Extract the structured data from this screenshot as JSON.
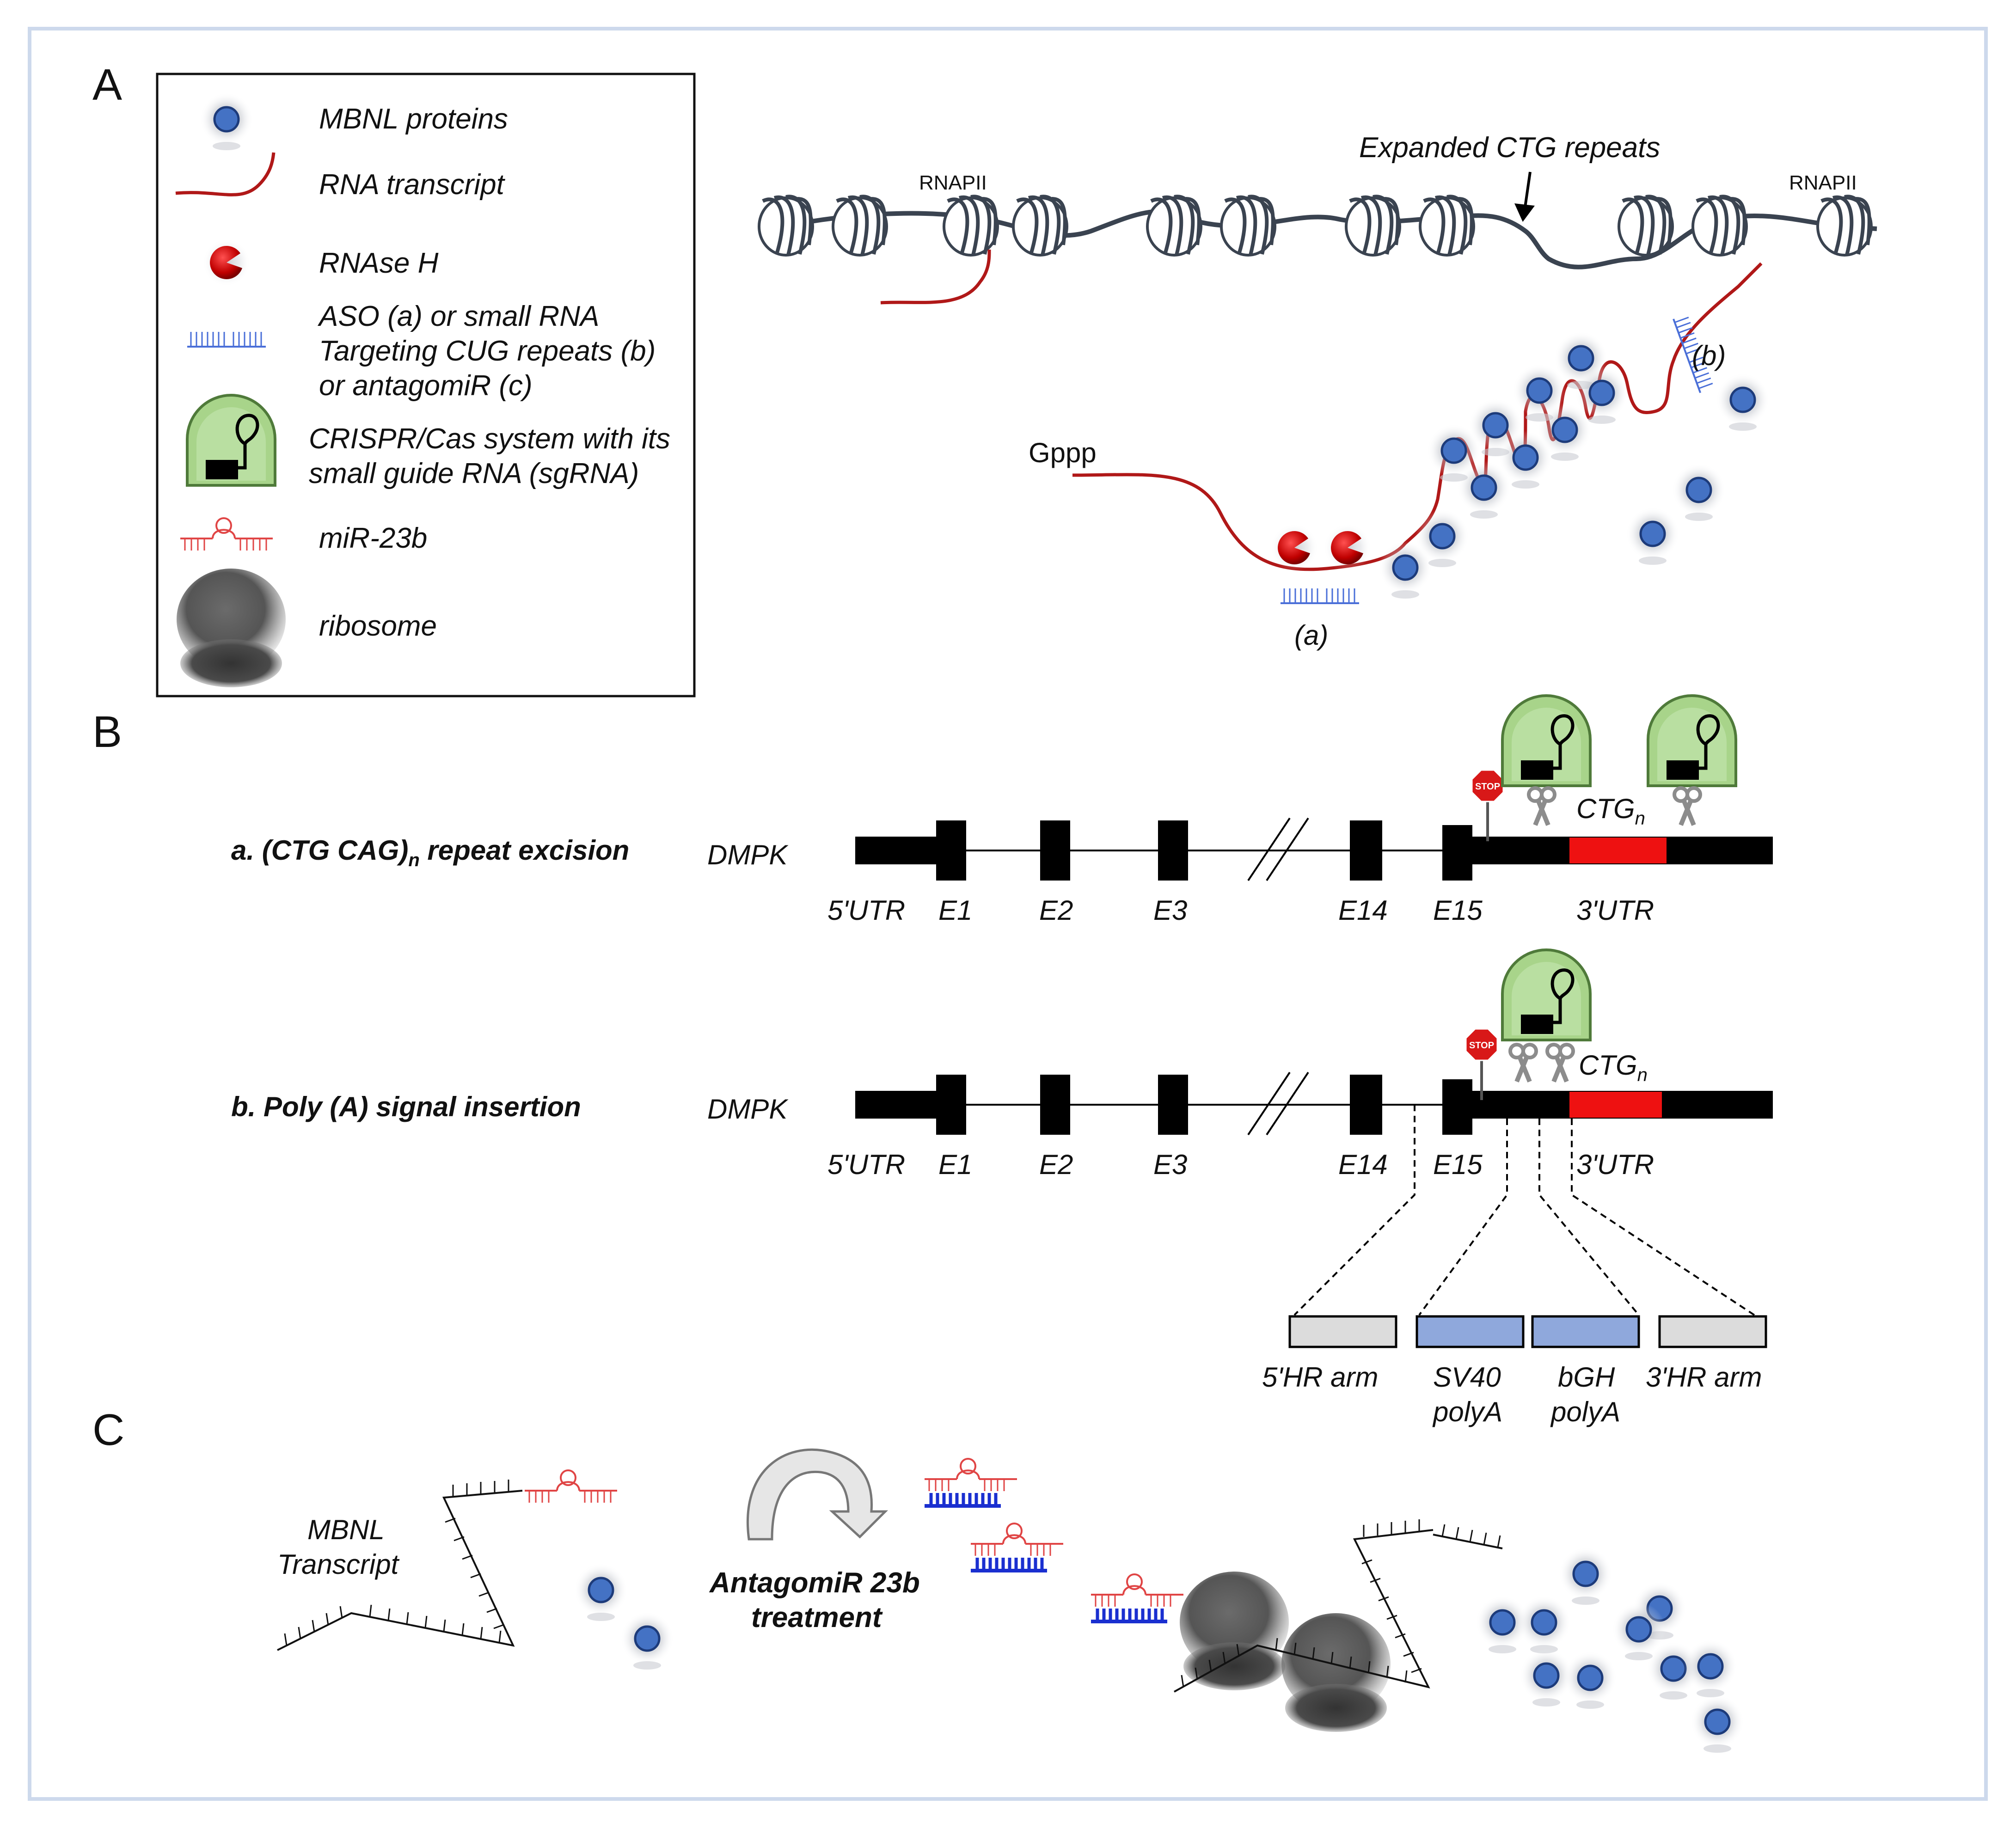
{
  "panels": {
    "a": "A",
    "b": "B",
    "c": "C"
  },
  "legend": {
    "mbnl": "MBNL proteins",
    "rna": "RNA transcript",
    "rnase": "RNAse H",
    "aso1": "ASO (a) or small RNA",
    "aso2": "Targeting CUG repeats (b)",
    "aso3": "or antagomiR (c)",
    "crispr1": "CRISPR/Cas system with its",
    "crispr2": "small guide RNA (sgRNA)",
    "mir": "miR-23b",
    "ribosome": "ribosome"
  },
  "panelA": {
    "rnapii_left": "RNAPII",
    "rnapii_right": "RNAPII",
    "ctg_label": "Expanded CTG repeats",
    "gppp": "Gppp",
    "label_a": "(a)",
    "label_b": "(b)"
  },
  "panelB": {
    "row_a_title": "a. (CTG CAG)",
    "row_a_sub": "n",
    "row_a_tail": " repeat excision",
    "row_b_title": "b. Poly (A) signal insertion",
    "gene": "DMPK",
    "ctg": "CTG",
    "ctg_sub": "n",
    "stop": "STOP",
    "exons": [
      "5'UTR",
      "E1",
      "E2",
      "E3",
      "E14",
      "E15",
      "3'UTR"
    ],
    "inserts": [
      "5'HR arm",
      "SV40",
      "polyA",
      "bGH",
      "polyA",
      "3'HR arm"
    ]
  },
  "panelC": {
    "transcript1": "MBNL",
    "transcript2": "Transcript",
    "treatment1": "AntagomiR 23b",
    "treatment2": "treatment"
  },
  "colors": {
    "dna": "#3a4350",
    "rna": "#b01818",
    "mbnl": "#3f6fc4",
    "aso": "#4a6fd8",
    "mir": "#e04545",
    "antagomir": "#1a2fd0",
    "crispr": "#a8d48a",
    "repeat": "#ee1111",
    "hr_arm": "#dcdcdc",
    "polya": "#8fa8dc"
  }
}
